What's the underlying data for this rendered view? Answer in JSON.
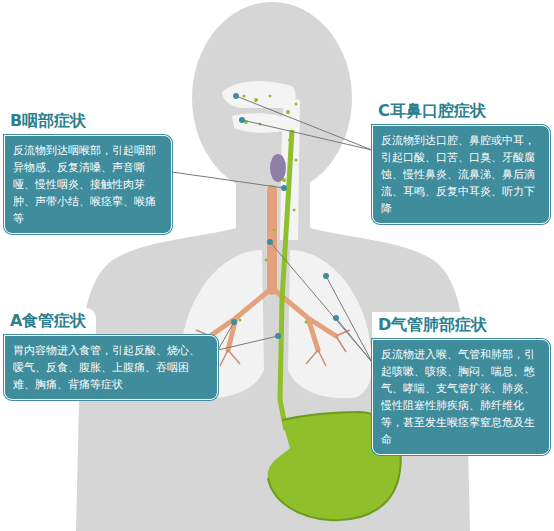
{
  "diagram": {
    "nodes": [
      {
        "text": [
          "B咽部症状",
          "反流物到达咽喉部，引起咽部异物感、反复清嗓、声音嘶哑、慢性咽炎、接触性肉芽肿、声带小结、喉痉挛、喉痛等"
        ]
      },
      {
        "text": [
          "C耳鼻口腔症状",
          "反流物到达口腔、鼻腔或中耳，引起口酸、口苦、口臭、牙酸腐蚀、慢性鼻炎、流鼻涕、鼻后滴流、耳鸣、反复中耳炎、听力下降"
        ]
      },
      {
        "text": [
          "A食管症状",
          "胃内容物进入食管，引起反酸、烧心、嗳气、反食、腹胀、上腹痛、吞咽困难、胸痛、背痛等症状"
        ]
      },
      {
        "text": [
          "D气管肺部症状",
          "反流物进入喉、气管和肺部，引起咳嗽、咳痰、胸闷、喘息、憋气、哮喘、支气管扩张、肺炎、慢性阻塞性肺疾病、肺纤维化等，甚至发生喉痉挛窒息危及生命"
        ]
      }
    ]
  }
}
